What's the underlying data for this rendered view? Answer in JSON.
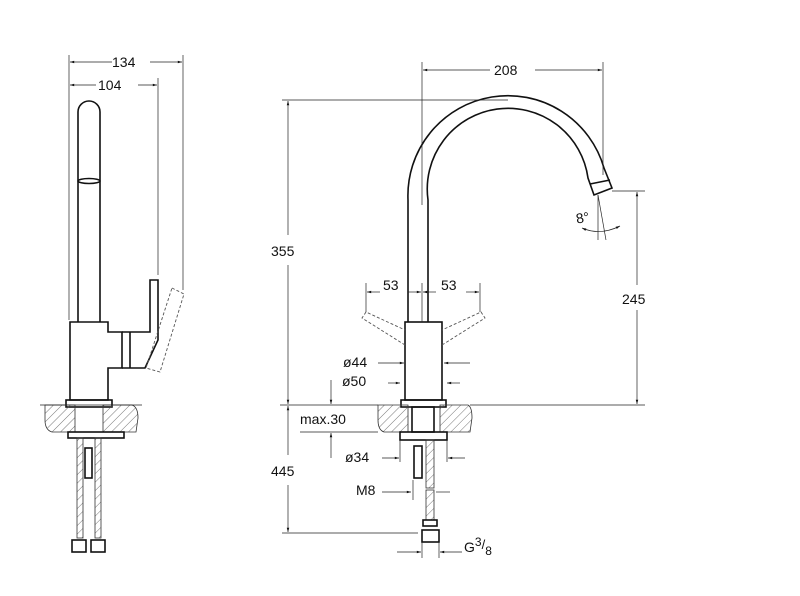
{
  "drawing": {
    "side_view": {
      "width_total": "134",
      "width_spout": "104"
    },
    "front_view": {
      "spout_reach": "208",
      "total_height": "355",
      "spout_height": "245",
      "handle_left": "53",
      "handle_right": "53",
      "diameter_upper": "ø44",
      "diameter_base": "ø50",
      "counter_thickness": "max.30",
      "hose_length": "445",
      "shank_diameter": "ø34",
      "thread": "M8",
      "connection_main": "G",
      "connection_num": "3",
      "connection_den": "8",
      "spout_angle": "8°"
    },
    "line_color": "#111111"
  }
}
